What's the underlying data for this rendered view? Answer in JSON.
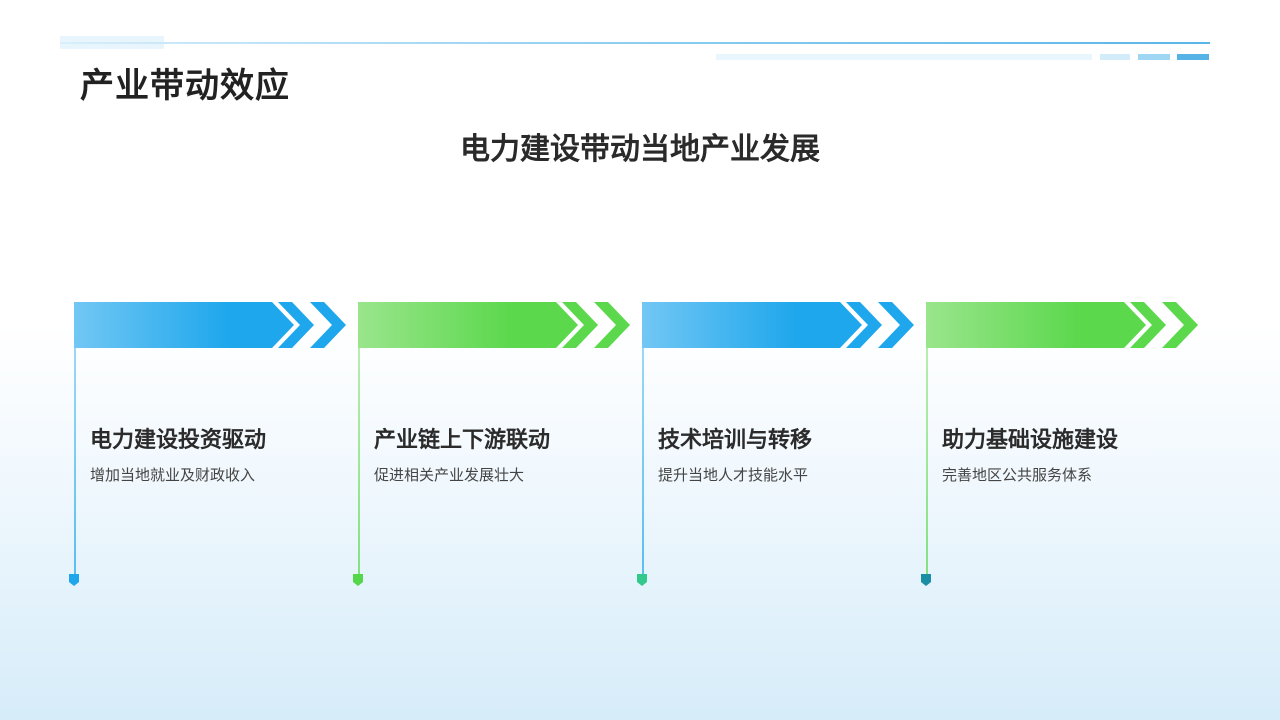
{
  "header": {
    "title": "产业带动效应",
    "subtitle": "电力建设带动当地产业发展"
  },
  "colors": {
    "blue": "#1ea7ec",
    "blue_light": "#72c7f4",
    "green": "#5bd84c",
    "green_light": "#9ae58c",
    "teal": "#3ccf8a",
    "dark_teal": "#1a8fa3"
  },
  "items": [
    {
      "title": "电力建设投资驱动",
      "desc": "增加当地就业及财政收入",
      "theme": "blue",
      "cap": "#1ea7ec"
    },
    {
      "title": "产业链上下游联动",
      "desc": "促进相关产业发展壮大",
      "theme": "green",
      "cap": "#56d64a"
    },
    {
      "title": "技术培训与转移",
      "desc": "提升当地人才技能水平",
      "theme": "blue",
      "cap": "#34c98c"
    },
    {
      "title": "助力基础设施建设",
      "desc": "完善地区公共服务体系",
      "theme": "green",
      "cap": "#198ea4"
    }
  ]
}
